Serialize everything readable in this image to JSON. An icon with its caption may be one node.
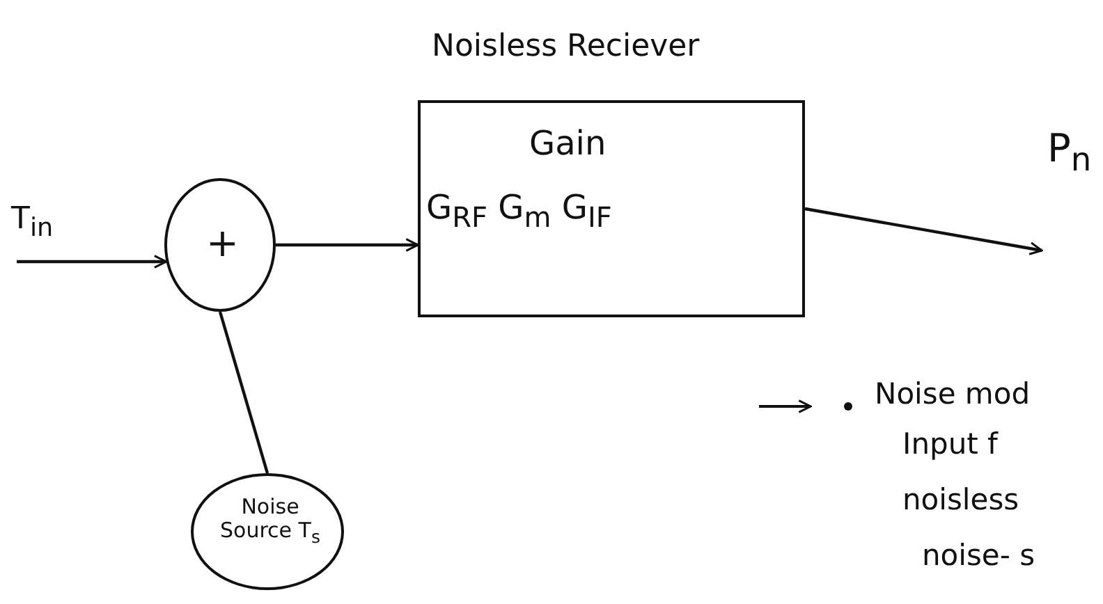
{
  "diagram": {
    "nodes": [
      {
        "text": [
          "+"
        ]
      },
      {
        "text": [
          "Noisless Reciever",
          "Gain",
          "G$_{RF}$ G$_{m}$ G$_{IF}$"
        ]
      },
      {
        "text": [
          "P$_{n}$"
        ]
      },
      {
        "text": [
          "Noise Source T$_{s}$"
        ]
      }
    ],
    "edges": [
      {
        "from": null,
        "to": 0,
        "arrow": "to",
        "label": "T$_{in}$"
      },
      {
        "from": 0,
        "to": 1,
        "arrow": "to"
      },
      {
        "from": 1,
        "to": 2,
        "arrow": "to"
      },
      {
        "from": 3,
        "to": 0,
        "arrow": "none"
      }
    ],
    "labels": [
      "Noise mod",
      "Input f",
      "noisless",
      "noise- s"
    ]
  }
}
